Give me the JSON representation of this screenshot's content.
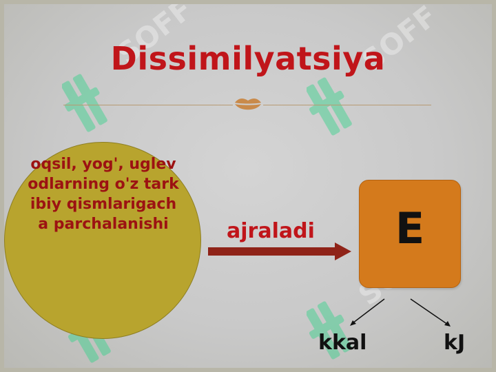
{
  "title": "Dissimilyatsiya",
  "circle_text": "oqsil, yog', uglevodlarning o'z tarkibiy qismlarigacha parchalanishi",
  "arrow_label": "ajraladi",
  "energy_letter": "E",
  "units": [
    "kkal",
    "kJ"
  ],
  "watermark": "SOFF",
  "colors": {
    "title": "#c0151a",
    "circle_fill": "#b8a42e",
    "circle_text": "#9c1212",
    "arrow": "#8f2318",
    "box": "#d47a1c",
    "watermark": "#33d38a"
  },
  "icons": {
    "ornament": "lips-ornament-icon",
    "arrow": "right-arrow-icon"
  }
}
